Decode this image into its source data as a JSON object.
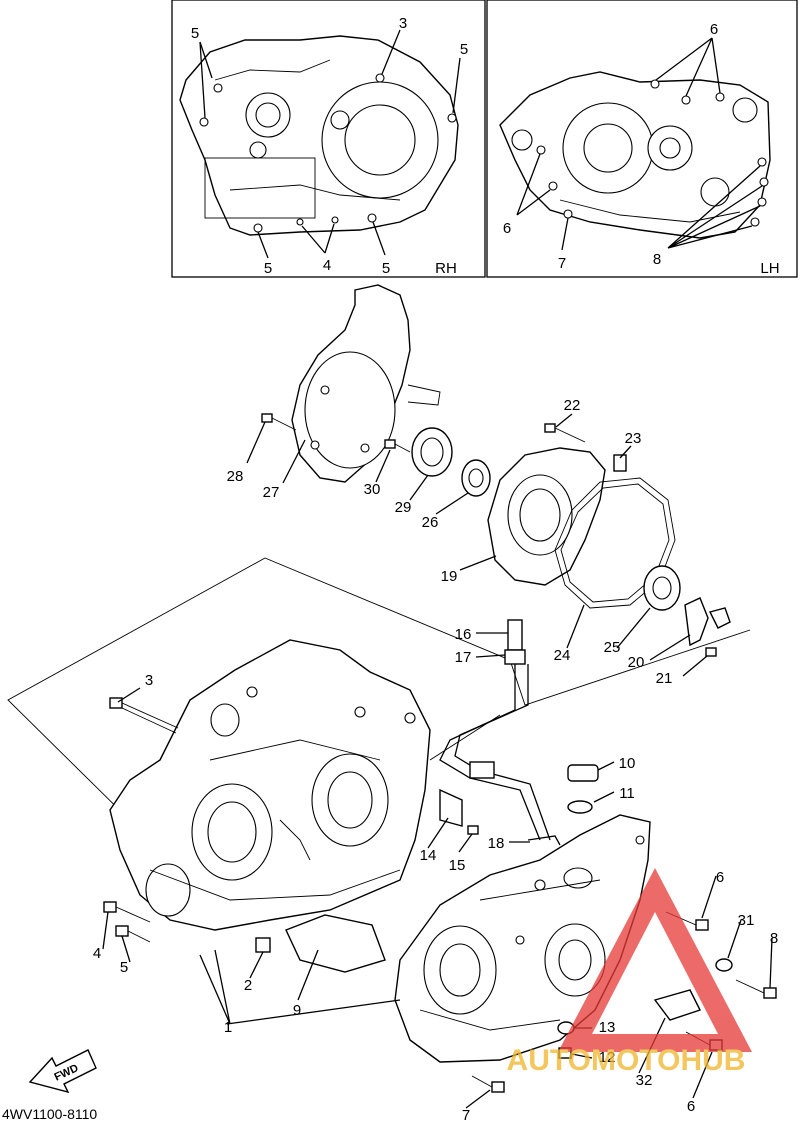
{
  "inset_rh": {
    "side_label": "RH",
    "callouts": [
      "5",
      "3",
      "5",
      "5",
      "4",
      "5"
    ]
  },
  "inset_lh": {
    "side_label": "LH",
    "callouts": [
      "6",
      "6",
      "7",
      "8"
    ]
  },
  "callouts": {
    "c1": "1",
    "c2": "2",
    "c3": "3",
    "c4": "4",
    "c5": "5",
    "c6a": "6",
    "c6b": "6",
    "c7": "7",
    "c8": "8",
    "c9": "9",
    "c10": "10",
    "c11": "11",
    "c12": "12",
    "c13": "13",
    "c14": "14",
    "c15": "15",
    "c16": "16",
    "c17": "17",
    "c18": "18",
    "c19": "19",
    "c20": "20",
    "c21": "21",
    "c22": "22",
    "c23": "23",
    "c24": "24",
    "c25": "25",
    "c26": "26",
    "c27": "27",
    "c28": "28",
    "c29": "29",
    "c30": "30",
    "c31": "31",
    "c32": "32"
  },
  "fwd_label": "FWD",
  "diagram_code": "4WV1100-8110",
  "watermark": {
    "text": "AUTOMOTOHUB",
    "color_red": "#e53935",
    "color_gold": "#f0b429"
  }
}
